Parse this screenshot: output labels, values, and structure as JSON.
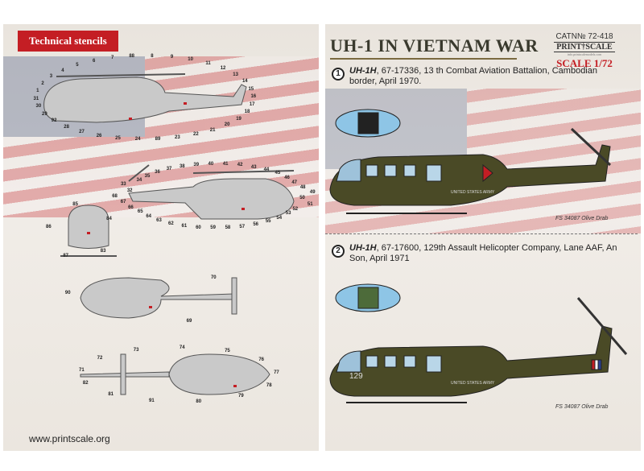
{
  "left_page": {
    "section_tag": "Technical stencils",
    "website": "www.printscale.org",
    "views": [
      {
        "name": "side-view-upper",
        "numbers": [
          "1",
          "2",
          "3",
          "4",
          "5",
          "6",
          "7",
          "88",
          "8",
          "9",
          "10",
          "11",
          "12",
          "13",
          "14",
          "15",
          "16",
          "17",
          "18",
          "19",
          "20",
          "21",
          "22",
          "23",
          "89",
          "24",
          "25",
          "26",
          "27",
          "28",
          "92",
          "29",
          "30",
          "31"
        ]
      },
      {
        "name": "side-view-lower",
        "numbers": [
          "32",
          "33",
          "34",
          "35",
          "36",
          "37",
          "38",
          "39",
          "40",
          "41",
          "42",
          "43",
          "44",
          "45",
          "46",
          "47",
          "48",
          "49",
          "50",
          "51",
          "52",
          "53",
          "54",
          "55",
          "56",
          "57",
          "58",
          "59",
          "60",
          "61",
          "62",
          "63",
          "64",
          "65",
          "66",
          "67",
          "68"
        ]
      },
      {
        "name": "front-view",
        "numbers": [
          "86",
          "85",
          "84",
          "83",
          "87"
        ]
      },
      {
        "name": "top-view",
        "numbers": [
          "90",
          "70",
          "69"
        ]
      },
      {
        "name": "bottom-view",
        "numbers": [
          "71",
          "72",
          "73",
          "74",
          "75",
          "76",
          "77",
          "78",
          "79",
          "80",
          "91",
          "81",
          "82"
        ]
      }
    ]
  },
  "right_page": {
    "title": "UH-1 IN VIETNAM WAR",
    "catalog": {
      "catn": "CATN№ 72-418",
      "brand": "PRINT†SCALE",
      "small": "info.printscalemodels.com",
      "scale": "SCALE 1/72"
    },
    "options": [
      {
        "number": "1",
        "model": "UH-1H",
        "description": ", 67-17336, 13 th Combat Aviation Battalion, Cambodian border, April 1970.",
        "paint": "FS 34087 Olive Drab",
        "fuselage_text": "UNITED STATES ARMY"
      },
      {
        "number": "2",
        "model": "UH-1H",
        "description": ", 67-17600, 129th Assault Helicopter Company, Lane AAF, An Son, April 1971",
        "paint": "FS 34087 Olive Drab",
        "fuselage_text": "UNITED STATES ARMY",
        "nose_number": "129"
      }
    ],
    "colors": {
      "olive_drab": "#4a4a26",
      "stencil_red": "#c41e24",
      "grey": "#c9c9c9"
    }
  }
}
